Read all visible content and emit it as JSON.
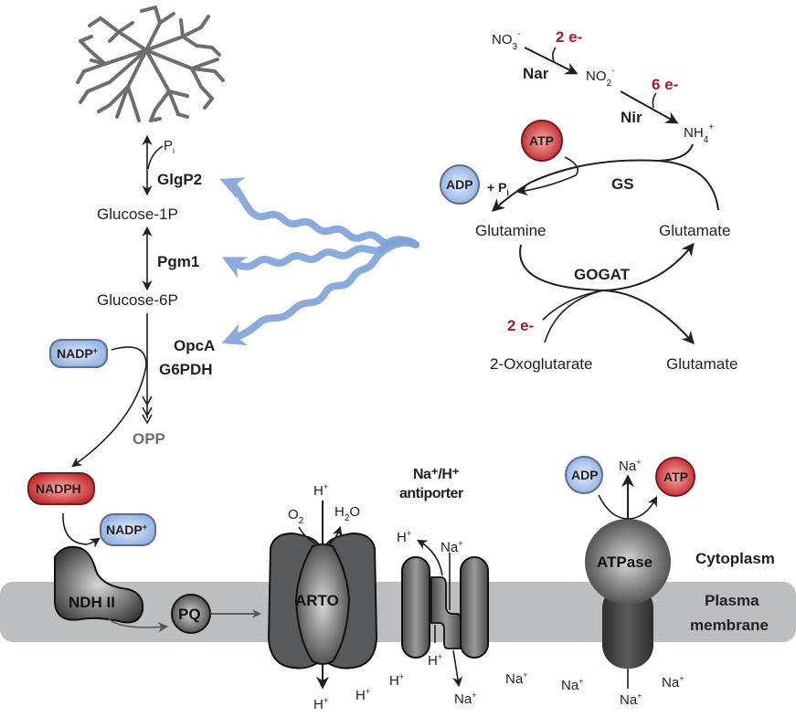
{
  "glycogen_pathway": {
    "pi": "P",
    "pi_sub": "i",
    "enzyme_glgp2": "GlgP2",
    "glucose_1p": "Glucose-1P",
    "enzyme_pgm1": "Pgm1",
    "glucose_6p": "Glucose-6P",
    "enzyme_opca": "OpcA",
    "enzyme_g6pdh": "G6PDH",
    "opp": "OPP",
    "nadp_in": "NADP",
    "nadp_in_sup": "+"
  },
  "nitrogen_pathway": {
    "no3": "NO",
    "no3_sub": "3",
    "no3_sup": "-",
    "electrons_nar": "2 e-",
    "enzyme_nar": "Nar",
    "no2": "NO",
    "no2_sub": "2",
    "no2_sup": "-",
    "electrons_nir": "6 e-",
    "enzyme_nir": "Nir",
    "nh4": "NH",
    "nh4_sub": "4",
    "nh4_sup": "+",
    "atp": "ATP",
    "adp": "ADP",
    "plus_pi": "+ P",
    "plus_pi_sub": "i",
    "enzyme_gs": "GS",
    "glutamine": "Glutamine",
    "glutamate_top": "Glutamate",
    "enzyme_gogat": "GOGAT",
    "electrons_gogat": "2 e-",
    "oxoglutarate": "2-Oxoglutarate",
    "glutamate_bottom": "Glutamate"
  },
  "membrane": {
    "nadph": "NADPH",
    "nadp_out": "NADP",
    "nadp_out_sup": "+",
    "ndh": "NDH II",
    "pq": "PQ",
    "arto": "ARTO",
    "arto_h_top": "H",
    "o2": "O",
    "o2_sub": "2",
    "h2o_h": "H",
    "h2o_sub": "2",
    "h2o_o": "O",
    "arto_h_bottom": "H",
    "h_loose": "H",
    "antiporter_title_1": "Na⁺/H⁺",
    "antiporter_title_2": "antiporter",
    "antiporter_h_out": "H",
    "antiporter_na_in": "Na",
    "antiporter_h_in": "H",
    "antiporter_na_out": "Na",
    "h_outside": "H",
    "na_outside_1": "Na",
    "na_outside_2": "Na",
    "na_outside_3": "Na",
    "na_outside_4": "Na",
    "atpase": "ATPase",
    "atpase_adp": "ADP",
    "atpase_atp": "ATP",
    "atpase_na_top": "Na",
    "plus": "+",
    "cytoplasm": "Cytoplasm",
    "plasma_1": "Plasma",
    "plasma_2": "membrane"
  },
  "colors": {
    "atp_red": "#c8303a",
    "adp_blue": "#a9c1e8",
    "membrane_gray": "#bcbec0",
    "protein_dark": "#58595b",
    "signal_blue": "#7fa3d9",
    "electron_red": "#a6192e"
  }
}
